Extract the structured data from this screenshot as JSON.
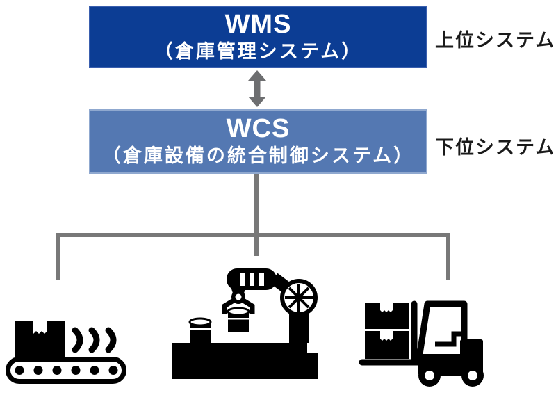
{
  "diagram": {
    "wms": {
      "title": "WMS",
      "subtitle": "（倉庫管理システム）",
      "role_label": "上位システム",
      "bg_color": "#0c3d94"
    },
    "wcs": {
      "title": "WCS",
      "subtitle": "（倉庫設備の統合制御システム）",
      "role_label": "下位システム",
      "bg_color": "#5478b2"
    },
    "link": {
      "type": "bidirectional-vertical-arrow",
      "color": "#6d6e70"
    },
    "branch": {
      "color": "#787878",
      "targets": [
        "conveyor",
        "robot-arm",
        "forklift"
      ]
    },
    "icons": {
      "conveyor": {
        "name": "conveyor-icon",
        "meaning": "conveyor belt carrying a package with motion marks"
      },
      "robot_arm": {
        "name": "robot-arm-icon",
        "meaning": "robotic arm with wheel handling drums on a table"
      },
      "forklift": {
        "name": "forklift-icon",
        "meaning": "forklift carrying two stacked boxes"
      }
    },
    "colors": {
      "icon": "#000000",
      "box_text": "#ffffff",
      "label_text": "#1a1a1a"
    }
  }
}
